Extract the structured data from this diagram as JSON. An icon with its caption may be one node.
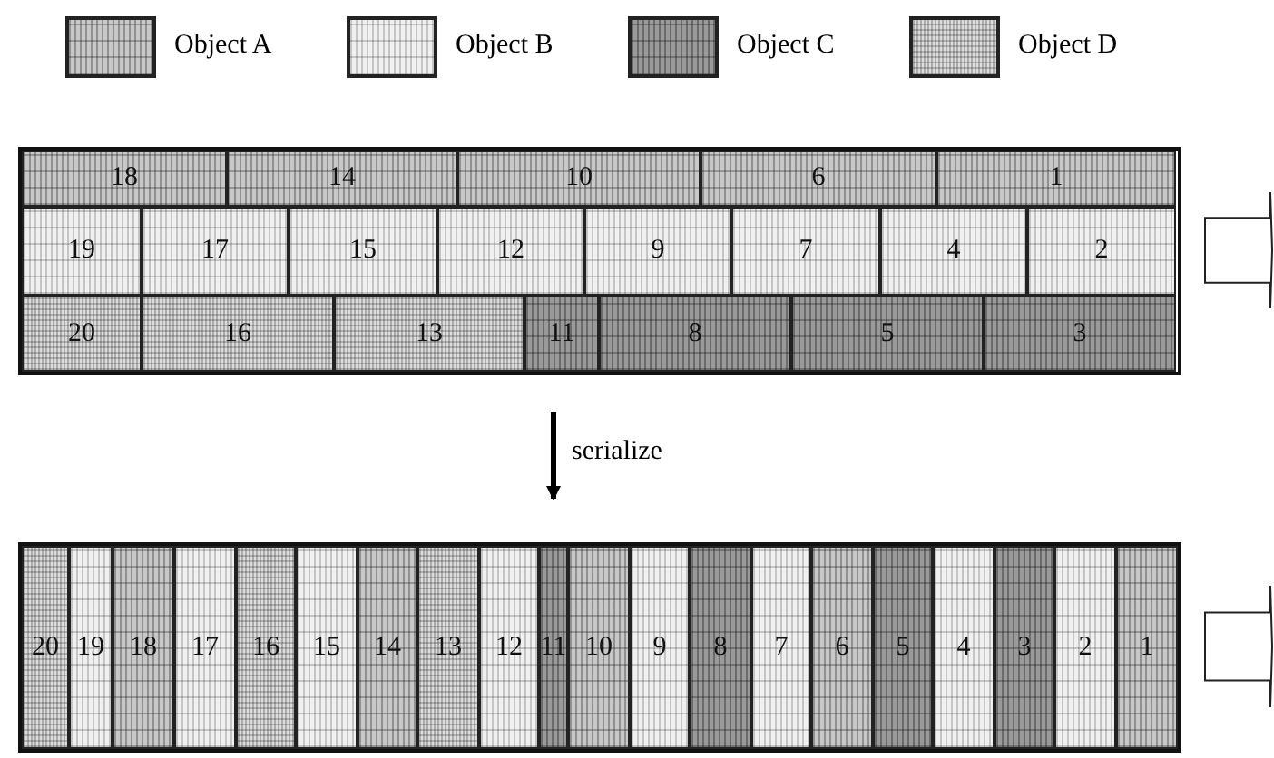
{
  "diagram": {
    "nodes": [
      {
        "text": [],
        "shape": "box"
      },
      {
        "text": [
          "18"
        ],
        "in": 0
      },
      {
        "text": [
          "14"
        ],
        "in": 0
      },
      {
        "text": [
          "10"
        ],
        "in": 0
      },
      {
        "text": [
          "6"
        ],
        "in": 0
      },
      {
        "text": [
          "1"
        ],
        "in": 0
      },
      {
        "text": [
          "19"
        ],
        "in": 0
      },
      {
        "text": [
          "17"
        ],
        "in": 0
      },
      {
        "text": [
          "15"
        ],
        "in": 0
      },
      {
        "text": [
          "12"
        ],
        "in": 0
      },
      {
        "text": [
          "9"
        ],
        "in": 0
      },
      {
        "text": [
          "7"
        ],
        "in": 0
      },
      {
        "text": [
          "4"
        ],
        "in": 0
      },
      {
        "text": [
          "2"
        ],
        "in": 0
      },
      {
        "text": [
          "20"
        ],
        "in": 0
      },
      {
        "text": [
          "16"
        ],
        "in": 0
      },
      {
        "text": [
          "13"
        ],
        "in": 0
      },
      {
        "text": [
          "11"
        ],
        "in": 0
      },
      {
        "text": [
          "8"
        ],
        "in": 0
      },
      {
        "text": [
          "5"
        ],
        "in": 0
      },
      {
        "text": [
          "3"
        ],
        "in": 0
      },
      {
        "text": [],
        "shape": "box"
      },
      {
        "text": [
          "20"
        ],
        "in": 21
      },
      {
        "text": [
          "19"
        ],
        "in": 21
      },
      {
        "text": [
          "18"
        ],
        "in": 21
      },
      {
        "text": [
          "17"
        ],
        "in": 21
      },
      {
        "text": [
          "16"
        ],
        "in": 21
      },
      {
        "text": [
          "15"
        ],
        "in": 21
      },
      {
        "text": [
          "14"
        ],
        "in": 21
      },
      {
        "text": [
          "13"
        ],
        "in": 21
      },
      {
        "text": [
          "12"
        ],
        "in": 21
      },
      {
        "text": [
          "11"
        ],
        "in": 21
      },
      {
        "text": [
          "10"
        ],
        "in": 21
      },
      {
        "text": [
          "9"
        ],
        "in": 21
      },
      {
        "text": [
          "8"
        ],
        "in": 21
      },
      {
        "text": [
          "7"
        ],
        "in": 21
      },
      {
        "text": [
          "6"
        ],
        "in": 21
      },
      {
        "text": [
          "5"
        ],
        "in": 21
      },
      {
        "text": [
          "4"
        ],
        "in": 21
      },
      {
        "text": [
          "3"
        ],
        "in": 21
      },
      {
        "text": [
          "2"
        ],
        "in": 21
      },
      {
        "text": [
          "1"
        ],
        "in": 21
      }
    ],
    "edges": [
      {
        "from": 0,
        "to": 21,
        "arrow": "to",
        "label": "serialize"
      }
    ],
    "legend": [
      {
        "text": "Object A"
      },
      {
        "text": "Object B"
      },
      {
        "text": "Object C"
      },
      {
        "text": "Object D"
      }
    ]
  }
}
